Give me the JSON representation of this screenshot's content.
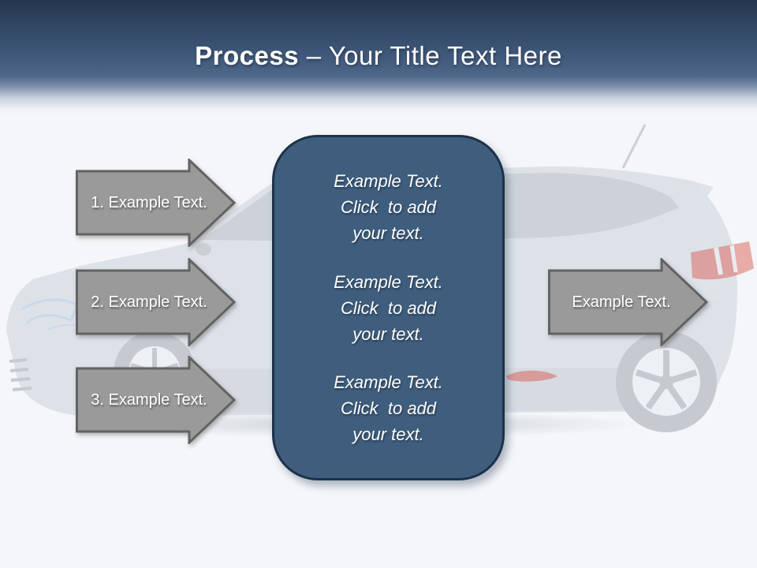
{
  "title": {
    "bold": "Process",
    "rest": " – Your Title Text Here"
  },
  "left_arrows": [
    {
      "label": "1. Example Text."
    },
    {
      "label": "2. Example Text."
    },
    {
      "label": "3. Example Text."
    }
  ],
  "right_arrow": {
    "label": "Example Text."
  },
  "center_box": {
    "paragraphs": [
      {
        "line1": "Example Text.",
        "line2": "Click  to add",
        "line3": "your text."
      },
      {
        "line1": "Example Text.",
        "line2": "Click  to add",
        "line3": "your text."
      },
      {
        "line1": "Example Text.",
        "line2": "Click  to add",
        "line3": "your text."
      }
    ]
  },
  "icons": {
    "car_background": "faded-hatchback-car-photo",
    "arrow_shape": "right-arrow"
  },
  "colors": {
    "header_top": "#24364d",
    "header_mid": "#4d678a",
    "background": "#f4f6f9",
    "box_fill": "#3f5e7e",
    "box_border": "#1d3249",
    "arrow_fill": "#9a9a9a",
    "arrow_border": "#636363",
    "accent_red": "#d8463a",
    "text": "#ffffff"
  }
}
